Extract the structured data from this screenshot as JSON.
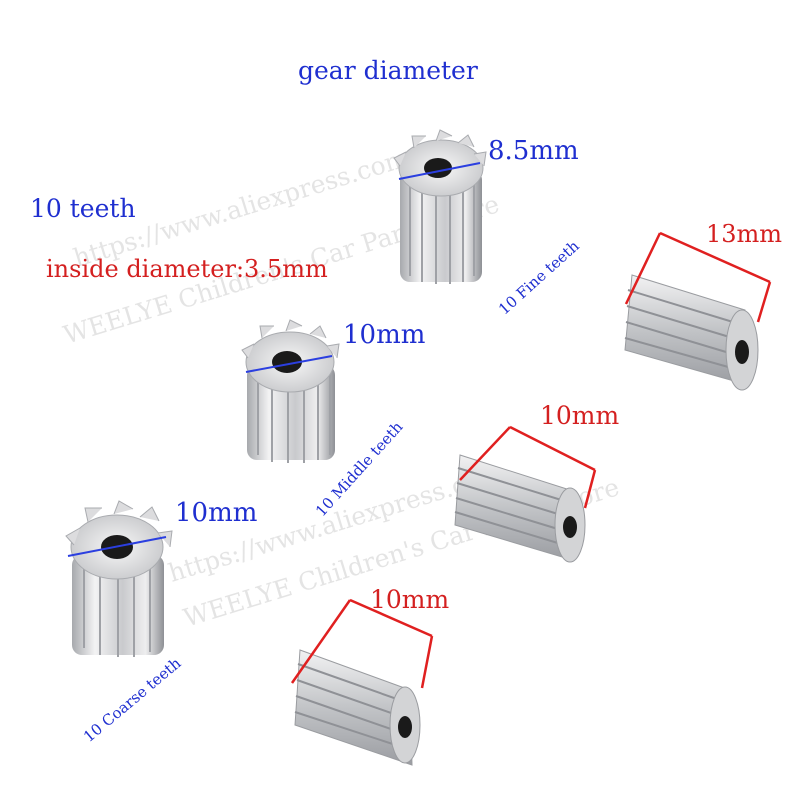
{
  "labels": {
    "title": "gear diameter",
    "teeth": "10 teeth",
    "inside_diameter": "inside diameter:3.5mm",
    "fine_diameter": "8.5mm",
    "red_13": "13mm",
    "middle_diameter": "10mm",
    "red_10_a": "10mm",
    "coarse_diameter": "10mm",
    "red_10_b": "10mm",
    "fine_teeth": "10  Fine teeth",
    "middle_teeth": "10  Middle teeth",
    "coarse_teeth": "10   Coarse teeth"
  },
  "watermarks": {
    "url": "https://www.aliexpress.com",
    "store": "WEELYE Children's Car Parts Store"
  },
  "colors": {
    "blue": "#1f2fd0",
    "red": "#d42020",
    "metal_light": "#e9e9ea",
    "metal_dark": "#8e9095"
  }
}
